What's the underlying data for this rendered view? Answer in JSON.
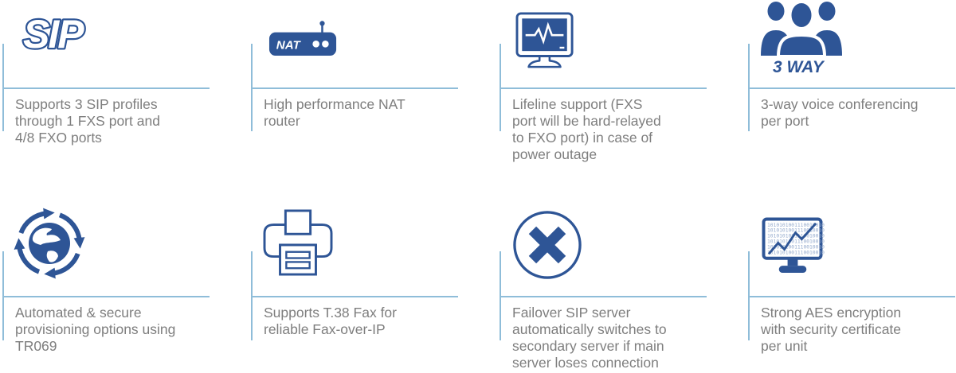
{
  "colors": {
    "icon_blue": "#2e5596",
    "accent_line_blue": "#8fbdd9",
    "text_gray": "#7e7e7e",
    "binary_text_blue": "#93a9cc"
  },
  "features": [
    {
      "name": "sip-profiles",
      "icon": "sip-logo-icon",
      "icon_label": "SIP",
      "text": "Supports 3 SIP profiles\nthrough 1 FXS port and\n4/8 FXO ports"
    },
    {
      "name": "nat-router",
      "icon": "nat-router-icon",
      "icon_label": "NAT",
      "text": "High performance NAT\nrouter"
    },
    {
      "name": "lifeline-support",
      "icon": "pulse-monitor-icon",
      "text": "Lifeline support (FXS\nport will be hard-relayed\nto FXO port) in case of\npower outage"
    },
    {
      "name": "three-way-conferencing",
      "icon": "conference-group-icon",
      "icon_label": "3 WAY",
      "text": "3-way voice conferencing\nper port"
    },
    {
      "name": "auto-provisioning",
      "icon": "globe-sync-icon",
      "text": "Automated & secure\nprovisioning options using\nTR069"
    },
    {
      "name": "t38-fax",
      "icon": "fax-printer-icon",
      "text": "Supports T.38 Fax for\nreliable Fax-over-IP"
    },
    {
      "name": "sip-failover",
      "icon": "failover-cross-icon",
      "text": "Failover SIP server\nautomatically switches to\nsecondary server if main\nserver loses connection"
    },
    {
      "name": "aes-encryption",
      "icon": "encrypted-monitor-icon",
      "icon_label": "1010101001110010010101010",
      "text": "Strong AES encryption\nwith security certificate\nper unit"
    }
  ]
}
